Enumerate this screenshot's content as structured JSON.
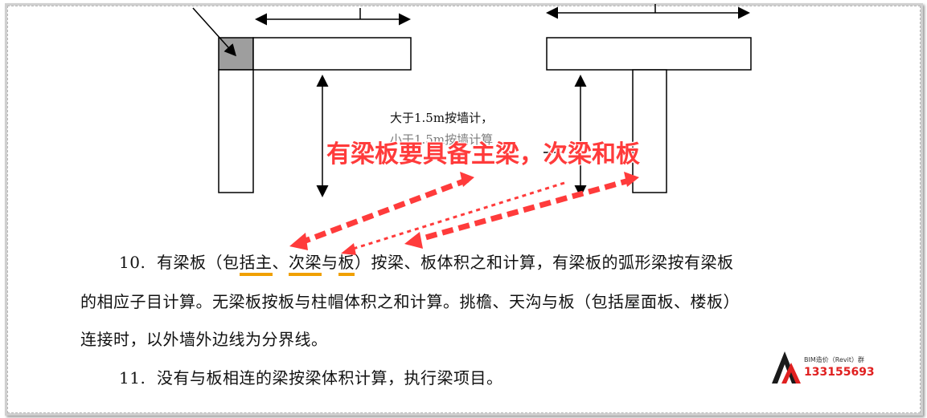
{
  "diagram": {
    "note_line1": "大于1.5m按墙计，",
    "note_line2": "小于1.5m按墙计算"
  },
  "callout": {
    "text": "有梁板要具备主梁，次梁和板",
    "color": "#ff3b3b"
  },
  "paragraphs": {
    "p10_num": "10.",
    "p10_a": "有梁板（包",
    "p10_u1": "括主",
    "p10_b": "、",
    "p10_u2": "次梁",
    "p10_c": "与",
    "p10_u3": "板",
    "p10_d": "）按梁、板体积之和计算，有梁板的弧形梁按有梁板",
    "p10_line2": "的相应子目计算。无梁板按板与柱帽体积之和计算。挑檐、天沟与板（包括屋面板、楼板）",
    "p10_line3": "连接时，以外墙外边线为分界线。",
    "p11_num": "11.",
    "p11_text": "没有与板相连的梁按梁体积计算，执行梁项目。"
  },
  "logo": {
    "title": "BIM造价（Revit）群",
    "number": "133155693",
    "accent": "#e02020"
  }
}
